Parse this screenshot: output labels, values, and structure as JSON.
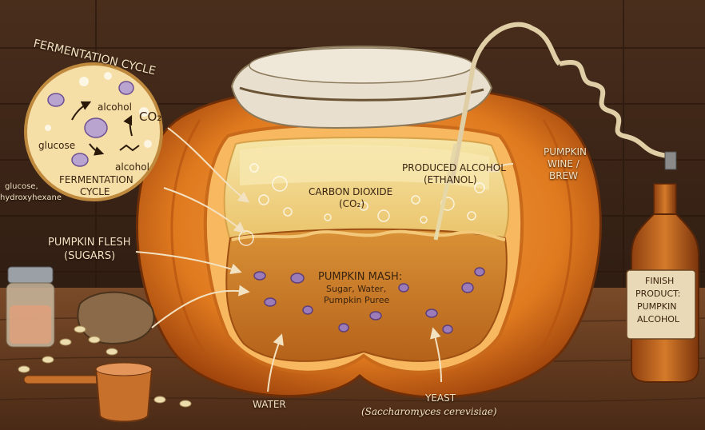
{
  "cycle": {
    "title": "FERMENTATION CYCLE",
    "glucose": "glucose",
    "alcohol_top": "alcohol",
    "co2": "CO₂",
    "alcohol_bottom": "alcohol",
    "bottom_title_line1": "FERMENTATION",
    "bottom_title_line2": "CYCLE"
  },
  "side_note": {
    "line1": "glucose,",
    "line2": "hydroxyhexane"
  },
  "labels": {
    "produced_alcohol_line1": "PRODUCED ALCOHOL",
    "produced_alcohol_line2": "(ETHANOL)",
    "pumpkin_wine_line1": "PUMPKIN",
    "pumpkin_wine_line2": "WINE /",
    "pumpkin_wine_line3": "BREW",
    "co2_line1": "CARBON DIOXIDE",
    "co2_line2": "(CO₂)",
    "flesh_line1": "PUMPKIN FLESH",
    "flesh_line2": "(SUGARS)",
    "mash_line1": "PUMPKIN MASH:",
    "mash_line2": "Sugar, Water,",
    "mash_line3": "Pumpkin Puree",
    "water": "WATER",
    "yeast_line1": "YEAST",
    "yeast_line2": "(Saccharomyces cerevisiae)",
    "bottle_line1": "FINISH",
    "bottle_line2": "PRODUCT:",
    "bottle_line3": "PUMPKIN",
    "bottle_line4": "ALCOHOL"
  },
  "colors": {
    "pumpkin": "#e07a1f",
    "pumpkin_dark": "#b5530f",
    "liquid_top": "#f2d98a",
    "mash": "#c9781f",
    "cloth": "#e8dfcf",
    "yeast": "#9b7bb8",
    "bottle": "#c0631c"
  }
}
